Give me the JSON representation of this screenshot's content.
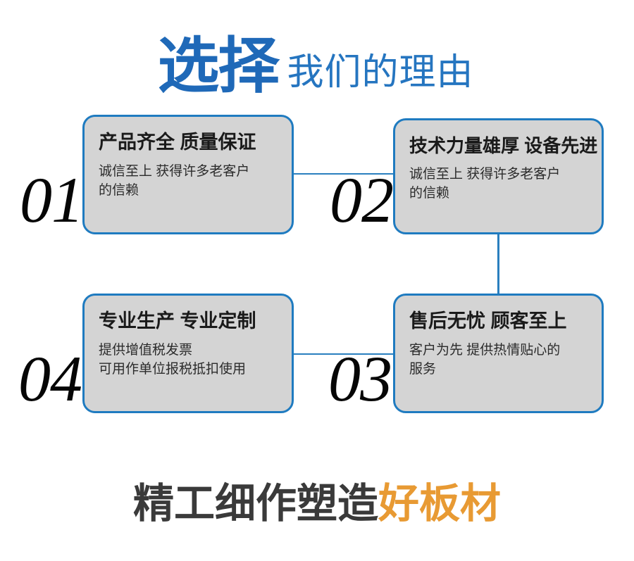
{
  "header": {
    "strong_text": "选择",
    "light_text": "我们的理由",
    "strong_color": "#1F69B8",
    "light_color": "#2575C0"
  },
  "cards": [
    {
      "number": "01",
      "title": "产品齐全 质量保证",
      "body_lines": [
        "诚信至上 获得许多老客户",
        "的信赖"
      ]
    },
    {
      "number": "02",
      "title": "技术力量雄厚 设备先进",
      "body_lines": [
        "诚信至上 获得许多老客户",
        "的信赖"
      ]
    },
    {
      "number": "03",
      "title": "售后无忧 顾客至上",
      "body_lines": [
        "客户为先 提供热情贴心的",
        "服务"
      ]
    },
    {
      "number": "04",
      "title": "专业生产 专业定制",
      "body_lines": [
        "提供增值税发票",
        "可用作单位报税抵扣使用"
      ]
    }
  ],
  "card_style": {
    "fill_color": "#D4D4D4",
    "border_color": "#1F7BC0",
    "connector_color": "#2A7FBF"
  },
  "footer": {
    "dark_text": "精工细作塑造",
    "accent_text": "好板材",
    "dark_color": "#3A3A3A",
    "accent_color": "#E89A33"
  }
}
